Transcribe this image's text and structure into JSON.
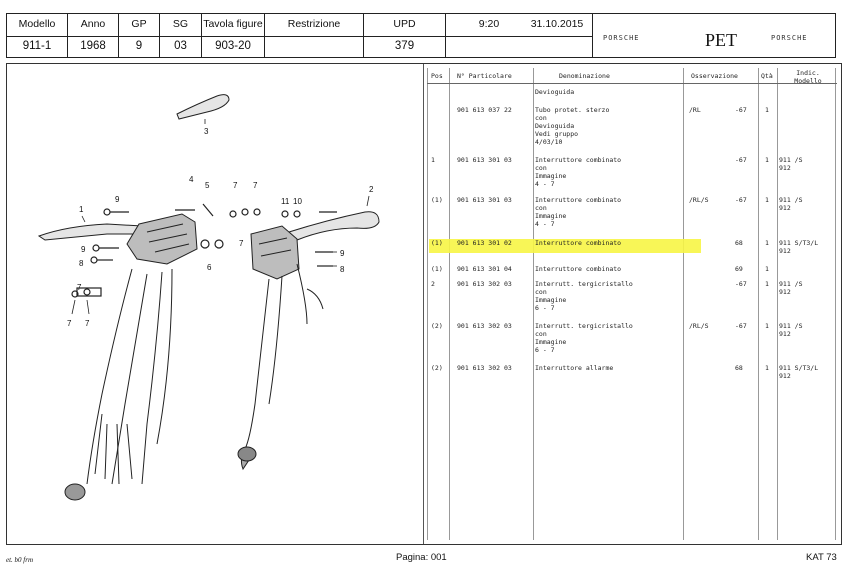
{
  "header": {
    "labels": {
      "modello": "Modello",
      "anno": "Anno",
      "gp": "GP",
      "sg": "SG",
      "tavola": "Tavola figure",
      "restrizione": "Restrizione",
      "upd": "UPD"
    },
    "values": {
      "modello": "911-1",
      "anno": "1968",
      "gp": "9",
      "sg": "03",
      "tavola": "903-20",
      "upd": "379"
    },
    "time": "9:20",
    "date": "31.10.2015",
    "brand_left": "PORSCHE",
    "pet": "PET",
    "brand_right": "PORSCHE"
  },
  "diagram": {
    "callouts": [
      "1",
      "2",
      "3",
      "4",
      "5",
      "6",
      "7",
      "7",
      "7",
      "7",
      "7",
      "7",
      "8",
      "8",
      "9",
      "9",
      "9",
      "10",
      "11"
    ]
  },
  "parts_table": {
    "columns": {
      "pos": "Pos",
      "part": "N° Particolare",
      "name": "Denominazione",
      "obs": "Osservazione",
      "qty": "Qtà",
      "model": "Indic. Modello"
    },
    "rows": [
      {
        "pos": "",
        "part": "",
        "name": "Devioguida",
        "obs": "",
        "year": "",
        "qty": "",
        "model": ""
      },
      {
        "pos": "",
        "part": "901 613 037 22",
        "name": "Tubo protet. sterzo\ncon\nDevioguida\nVedi gruppo\n4/03/10",
        "obs": "/RL",
        "year": "-67",
        "qty": "1",
        "model": ""
      },
      {
        "pos": "1",
        "part": "901 613 301 03",
        "name": "Interruttore combinato\ncon\nImmagine\n4 - 7",
        "obs": "",
        "year": "-67",
        "qty": "1",
        "model": "911 /S\n912"
      },
      {
        "pos": "(1)",
        "part": "901 613 301 03",
        "name": "Interruttore combinato\ncon\nImmagine\n4 - 7",
        "obs": "/RL/S",
        "year": "-67",
        "qty": "1",
        "model": "911 /S\n912"
      },
      {
        "pos": "(1)",
        "part": "901 613 301 02",
        "name": "Interruttore combinato",
        "obs": "",
        "year": "68",
        "qty": "1",
        "model": "911 S/T3/L\n912"
      },
      {
        "pos": "(1)",
        "part": "901 613 301 04",
        "name": "Interruttore combinato",
        "obs": "",
        "year": "69",
        "qty": "1",
        "model": ""
      },
      {
        "pos": "2",
        "part": "901 613 302 03",
        "name": "Interrutt. tergicristallo\ncon\nImmagine\n6 - 7",
        "obs": "",
        "year": "-67",
        "qty": "1",
        "model": "911 /S\n912"
      },
      {
        "pos": "(2)",
        "part": "901 613 302 03",
        "name": "Interrutt. tergicristallo\ncon\nImmagine\n6 - 7",
        "obs": "/RL/S",
        "year": "-67",
        "qty": "1",
        "model": "911 /S\n912"
      },
      {
        "pos": "(2)",
        "part": "901 613 302 03",
        "name": "Interruttore allarme",
        "obs": "",
        "year": "68",
        "qty": "1",
        "model": "911 S/T3/L\n912"
      }
    ]
  },
  "footer": {
    "left": "et. b0 frm",
    "center": "Pagina: 001",
    "right": "KAT 73"
  }
}
